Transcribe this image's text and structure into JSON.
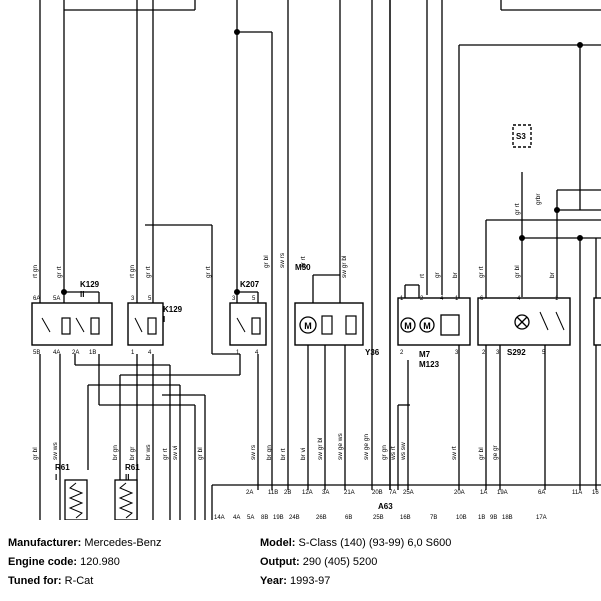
{
  "components": {
    "k129_a": {
      "name": "K129",
      "sub": "II",
      "pins": [
        "6A",
        "5A",
        "5B",
        "4A",
        "2A",
        "1B"
      ]
    },
    "k129_b": {
      "name": "K129",
      "sub": "I",
      "pins": [
        "3",
        "5",
        "1",
        "4"
      ]
    },
    "k207": {
      "name": "K207",
      "pins": [
        "3",
        "5",
        "1",
        "4"
      ]
    },
    "m50": {
      "name": "M50"
    },
    "y36": {
      "name": "Y36"
    },
    "m7": {
      "name": "M7",
      "sub": "M123",
      "pins": [
        "1",
        "2",
        "4",
        "1",
        "2",
        "3"
      ]
    },
    "s292": {
      "name": "S292",
      "pins": [
        "6",
        "4",
        "1",
        "2",
        "3",
        "5"
      ]
    },
    "s3": {
      "name": "S3"
    },
    "r61_a": {
      "name": "R61",
      "sub": "I"
    },
    "r61_b": {
      "name": "R61",
      "sub": "II"
    },
    "a63": {
      "name": "A63"
    }
  },
  "wire_labels": {
    "top": [
      "rt gn",
      "gr rt",
      "rt gn",
      "gr rt",
      "gr rt",
      "gr bl",
      "sw rs",
      "gr rt",
      "sw gr bl",
      "rt",
      "gr",
      "br",
      "gr rt",
      "gr rt",
      "gr bl",
      "grbr",
      "br"
    ],
    "bottom": [
      "gr bl",
      "sw ws",
      "br gn",
      "br gr",
      "br ws",
      "gr rt",
      "sw vi",
      "gr bl",
      "sw rs",
      "br gn",
      "br rt",
      "br vi",
      "sw gr bl",
      "sw ge ws",
      "sw ge gn",
      "gr gn",
      "ws rt",
      "ws sw",
      "sw rt",
      "gr bl",
      "ge gr"
    ]
  },
  "connector_pins": {
    "upper": [
      "2A",
      "11B",
      "2B",
      "12A",
      "3A",
      "21A",
      "20B",
      "7A",
      "25A",
      "20A",
      "1A",
      "19A",
      "6A",
      "11A",
      "16"
    ],
    "lower": [
      "14A",
      "4A",
      "5A",
      "8B",
      "19B",
      "24B",
      "26B",
      "6B",
      "25B",
      "16B",
      "7B",
      "10B",
      "1B",
      "9B",
      "18B",
      "17A"
    ]
  },
  "info": {
    "manufacturer_label": "Manufacturer:",
    "manufacturer": "Mercedes-Benz",
    "engine_label": "Engine code:",
    "engine": "120.980",
    "tuned_label": "Tuned for:",
    "tuned": "R-Cat",
    "model_label": "Model:",
    "model": "S-Class (140) (93-99) 6,0 S600",
    "output_label": "Output:",
    "output": "290 (405) 5200",
    "year_label": "Year:",
    "year": "1993-97"
  }
}
